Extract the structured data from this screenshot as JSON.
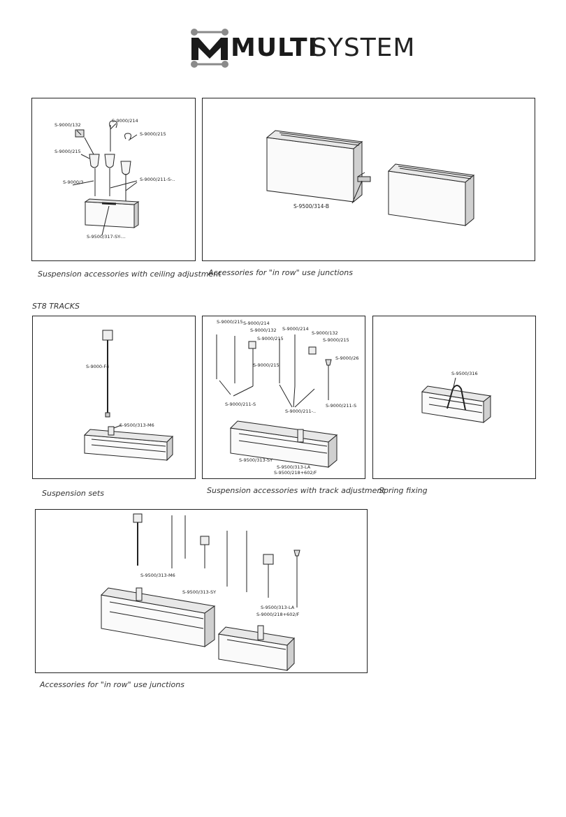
{
  "logo": {
    "bold": "MULTI",
    "light": "SYSTEM"
  },
  "captions": {
    "ceiling": "Suspension accessories with ceiling adjustment",
    "inrow_top": "Accessories for \"in row\" use junctions",
    "sets": "Suspension sets",
    "track_adj": "Suspension accessories with track adjustment",
    "spring": "Spring fixing",
    "inrow_bottom": "Accessories for \"in row\" use junctions"
  },
  "section_title": "ST8 TRACKS",
  "panel1": {
    "l1": "S-9000/132",
    "l2": "S-9000/214",
    "l3": "S-9000/215",
    "l4": "S-9000/215",
    "l5": "S-9000/3",
    "l6": "S-9000/211-S-..",
    "l7": "S-9500/317-SY-..."
  },
  "panel2": {
    "l1": "S-9500/314-B"
  },
  "panel3": {
    "l1": "S-9000-F4",
    "l2": "S-9500/313-M6"
  },
  "panel4": {
    "l1": "S-9000/215",
    "l2": "S-9000/214",
    "l3": "S-9000/132",
    "l4": "S-9000/215",
    "l5": "S-9000/215",
    "l6": "S-9000/214",
    "l7": "S-9000/132",
    "l8": "S-9000/215",
    "l9": "S-9000/26",
    "l10": "S-9000/211-S",
    "l11": "S-9000/211-..",
    "l12": "S-9000/211-S",
    "l13": "S-9500/313-SY",
    "l14": "S-9500/313-LA",
    "l15": "S-9500/218+602/F"
  },
  "panel5": {
    "l1": "S-9500/316"
  },
  "panel6": {
    "l1": "S-9500/313-M6",
    "l2": "S-9500/313-SY",
    "l3": "S-9500/313-LA",
    "l4": "S-9000/218+602/F"
  }
}
